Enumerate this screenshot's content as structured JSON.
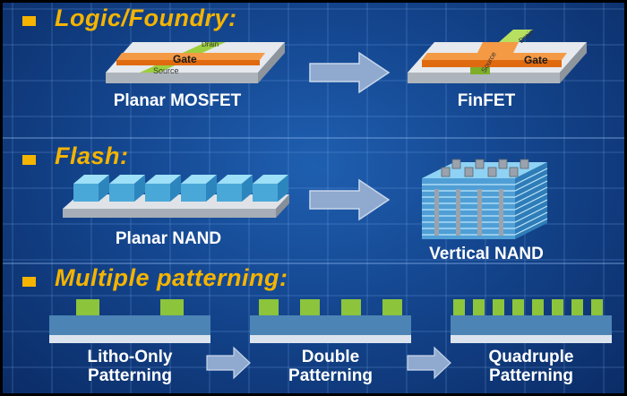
{
  "sections": {
    "logic": {
      "heading": "Logic/Foundry:",
      "left_label": "Planar MOSFET",
      "right_label": "FinFET",
      "planar_drain": "Drain",
      "planar_gate": "Gate",
      "planar_source": "Source",
      "fin_drain": "Drain",
      "fin_gate": "Gate",
      "fin_source": "Source"
    },
    "flash": {
      "heading": "Flash:",
      "left_label": "Planar NAND",
      "right_label": "Vertical NAND"
    },
    "patterning": {
      "heading": "Multiple patterning:",
      "litho_line1": "Litho-Only",
      "litho_line2": "Patterning",
      "double_line1": "Double",
      "double_line2": "Patterning",
      "quad_line1": "Quadruple",
      "quad_line2": "Patterning"
    }
  },
  "colors": {
    "accent": "#f5b400",
    "gate_orange": "#f07b1e",
    "fin_green": "#9ccf3e",
    "pattern_green": "#8cc43c",
    "substrate": "#d9dde2",
    "arrow": "#8fa9cf"
  }
}
